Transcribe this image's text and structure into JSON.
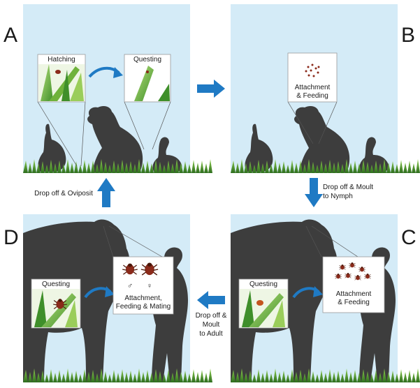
{
  "panels": {
    "A": {
      "letter": "A",
      "hatching_label": "Hatching",
      "questing_label": "Questing"
    },
    "B": {
      "letter": "B",
      "feeding_label": "Attachment\n& Feeding"
    },
    "C": {
      "letter": "C",
      "questing_label": "Questing",
      "feeding_label": "Attachment\n& Feeding"
    },
    "D": {
      "letter": "D",
      "questing_label": "Questing",
      "mating_label": "Attachment,\nFeeding & Mating",
      "male_symbol": "♂",
      "female_symbol": "♀"
    }
  },
  "transitions": {
    "b_to_c": "Drop off & Moult\nto Nymph",
    "c_to_d": "Drop off &\nMoult\nto Adult",
    "d_to_a": "Drop off & Oviposit"
  },
  "colors": {
    "sky": "#d4ebf7",
    "silhouette": "#3d3d3d",
    "grass_dark": "#2e6e1e",
    "grass_light": "#7fbf3f",
    "arrow": "#1f7ac4",
    "tick": "#8b2a1a"
  }
}
